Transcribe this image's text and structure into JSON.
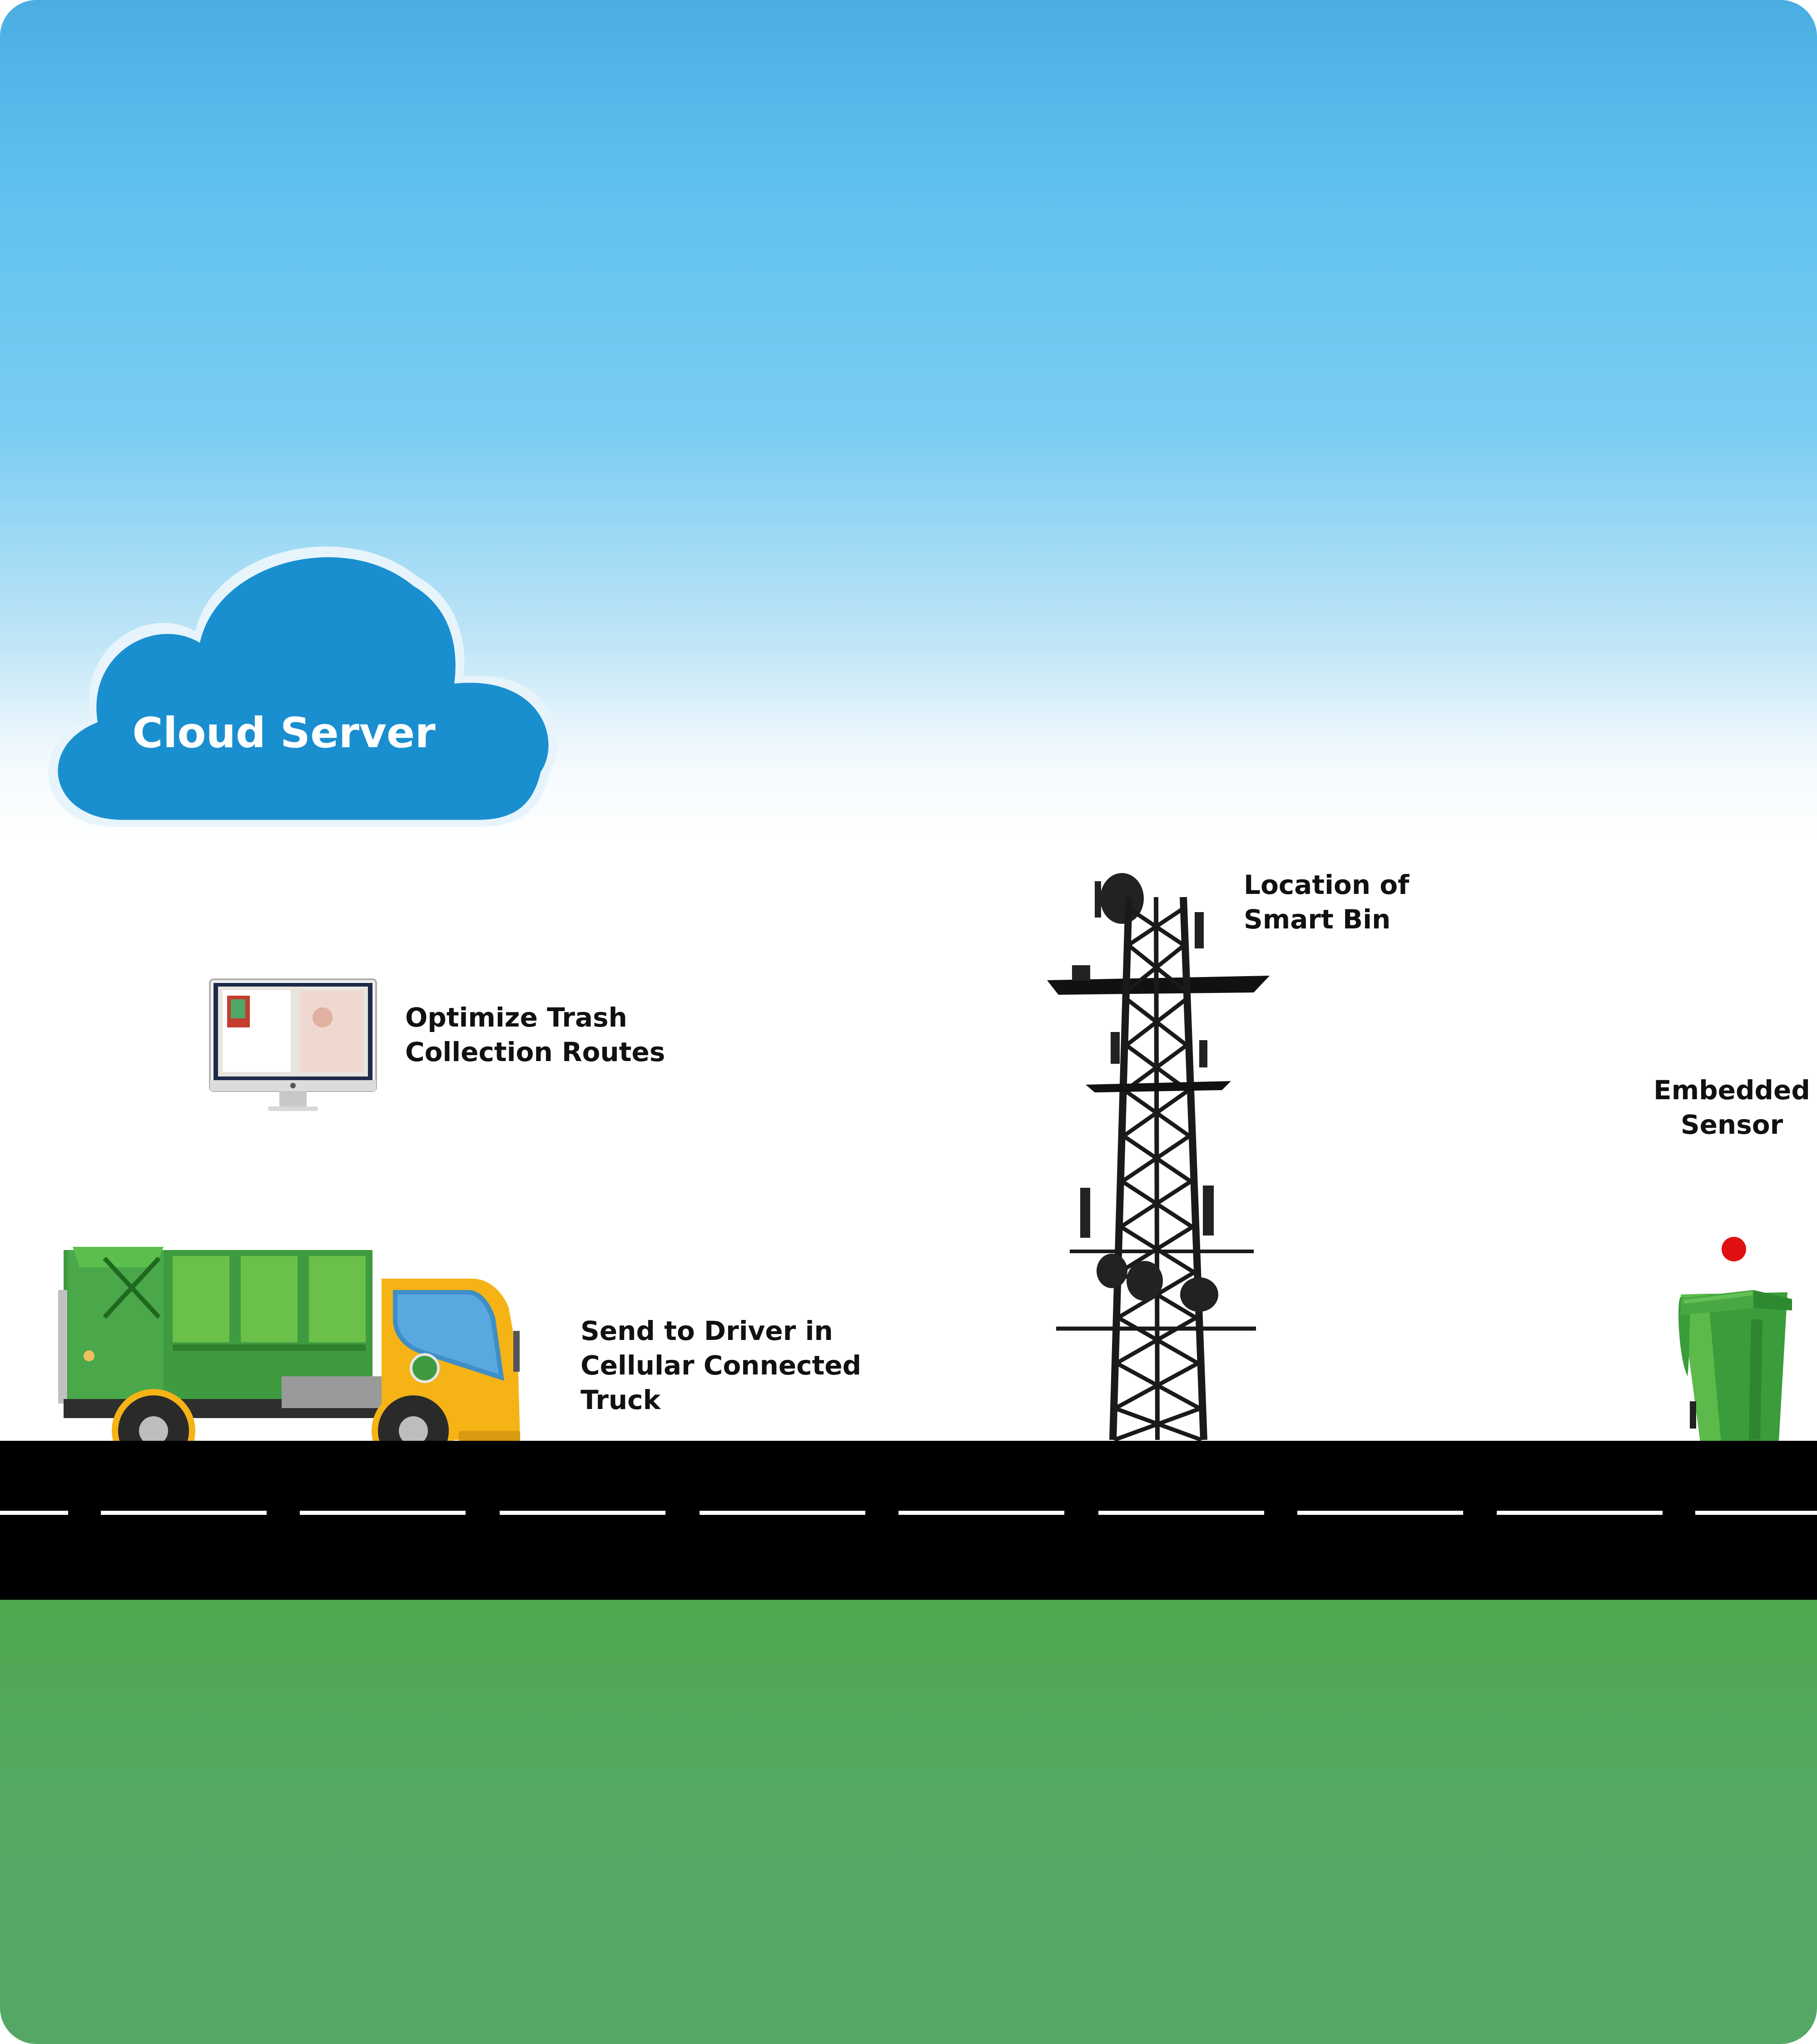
{
  "cloud": {
    "title": "Cloud Server",
    "icon": "cloud-icon",
    "color": "#1a8fd0"
  },
  "monitor": {
    "icon": "monitor-icon",
    "label_line1": "Optimize Trash",
    "label_line2": "Collection Routes"
  },
  "tower": {
    "icon": "cell-tower-icon",
    "label_line1": "Location of",
    "label_line2": "Smart Bin"
  },
  "truck": {
    "icon": "garbage-truck-icon",
    "label_line1": "Send to Driver in",
    "label_line2": "Cellular Connected",
    "label_line3": "Truck",
    "body_color": "#3f9b3f",
    "cab_color": "#f5b316"
  },
  "bin": {
    "icon": "trash-bin-icon",
    "label_line1": "Embedded",
    "label_line2": "Sensor",
    "color": "#3a9c3a",
    "sensor_color": "#e01010"
  },
  "road": {
    "color": "#000000",
    "lane_color": "#ffffff"
  },
  "grass": {
    "color": "#53a962"
  }
}
